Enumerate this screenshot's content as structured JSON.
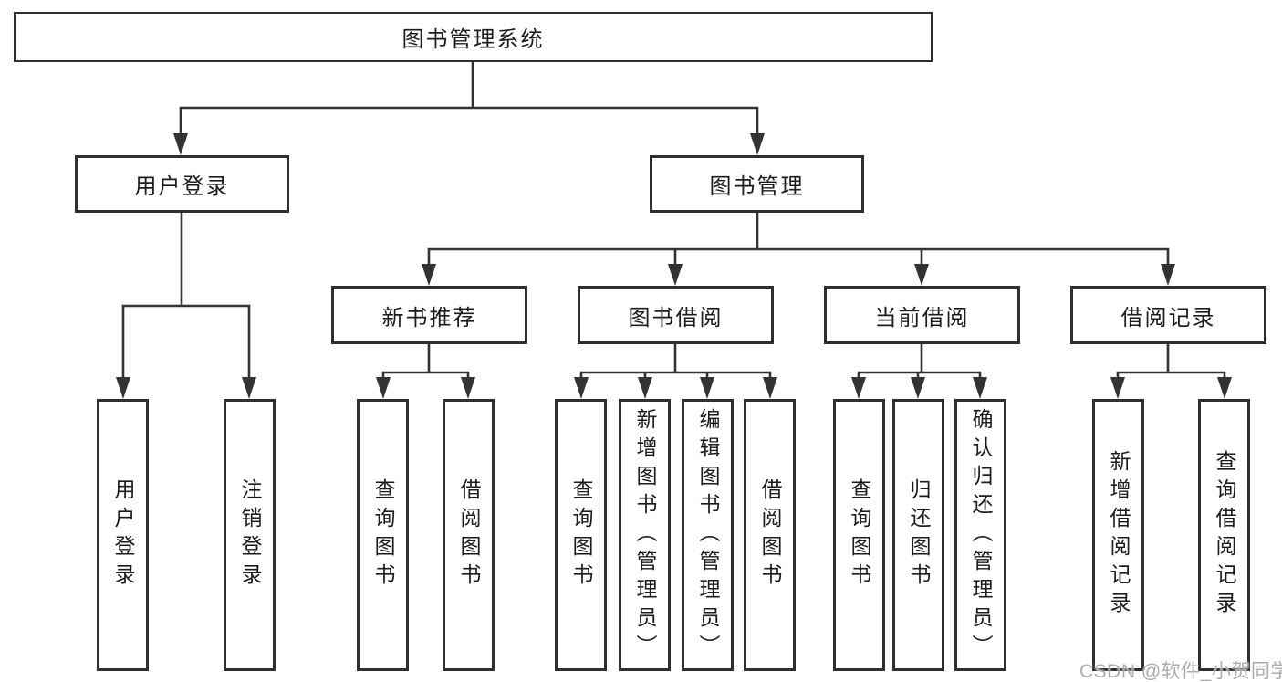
{
  "diagram": {
    "root": {
      "label": "图书管理系统"
    },
    "branches": [
      {
        "label": "用户登录",
        "children": [
          {
            "label": "用户登录"
          },
          {
            "label": "注销登录"
          }
        ]
      },
      {
        "label": "图书管理",
        "children": [
          {
            "label": "新书推荐",
            "children": [
              {
                "label": "查询图书"
              },
              {
                "label": "借阅图书"
              }
            ]
          },
          {
            "label": "图书借阅",
            "children": [
              {
                "label": "查询图书"
              },
              {
                "label": "新增图书（管理员）"
              },
              {
                "label": "编辑图书（管理员）"
              },
              {
                "label": "借阅图书"
              }
            ]
          },
          {
            "label": "当前借阅",
            "children": [
              {
                "label": "查询图书"
              },
              {
                "label": "归还图书"
              },
              {
                "label": "确认归还（管理员）"
              }
            ]
          },
          {
            "label": "借阅记录",
            "children": [
              {
                "label": "新增借阅记录"
              },
              {
                "label": "查询借阅记录"
              }
            ]
          }
        ]
      }
    ],
    "watermark": "CSDN @软件_小贺同学",
    "colors": {
      "line": "#333333",
      "box_border": "#2f2f2f",
      "box_fill": "#ffffff",
      "text": "#1c1c1c",
      "watermark": "#a9adb3"
    }
  }
}
